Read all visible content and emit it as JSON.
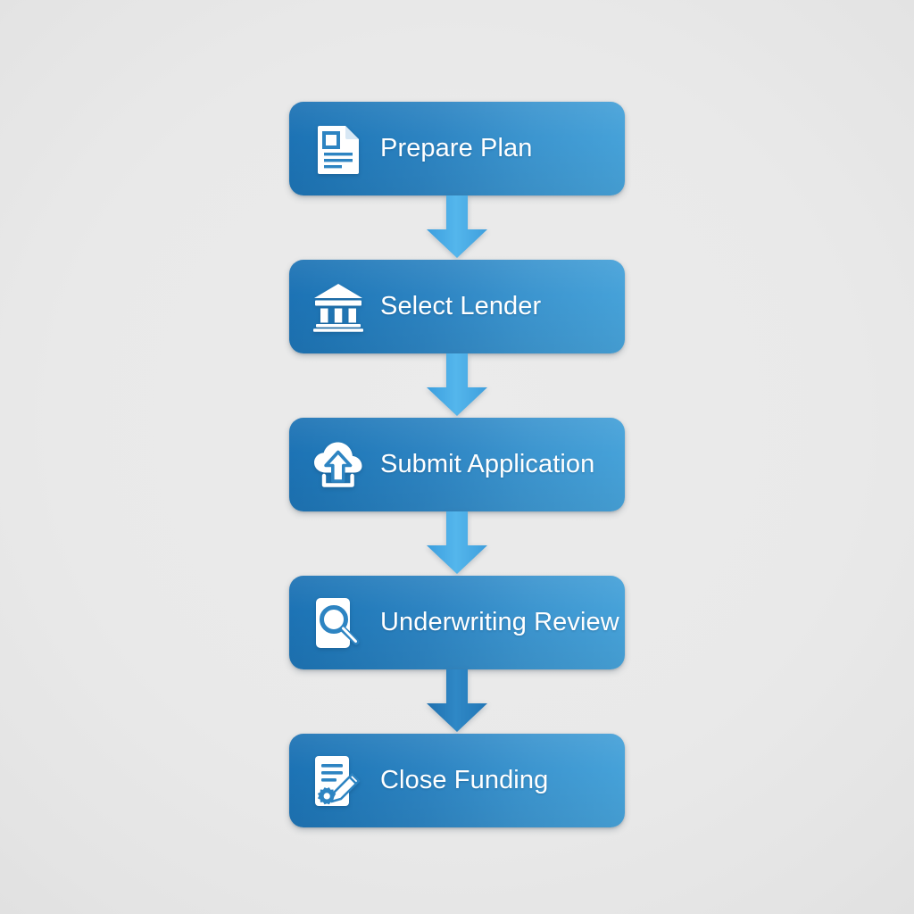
{
  "diagram": {
    "type": "vertical-flowchart",
    "title": "",
    "background_color": "#e8e8e8",
    "orientation": "top-to-bottom",
    "steps": [
      {
        "index": 1,
        "label": "Prepare Plan",
        "icon": "document-lines-icon",
        "box_color_start": "#1c72b4",
        "box_color_end": "#47a3da",
        "text_color": "#ffffff"
      },
      {
        "index": 2,
        "label": "Select Lender",
        "icon": "bank-building-icon",
        "box_color_start": "#1c72b4",
        "box_color_end": "#47a3da",
        "text_color": "#ffffff"
      },
      {
        "index": 3,
        "label": "Submit Application",
        "icon": "cloud-upload-icon",
        "box_color_start": "#1c72b4",
        "box_color_end": "#47a3da",
        "text_color": "#ffffff"
      },
      {
        "index": 4,
        "label": "Underwriting Review",
        "icon": "document-magnifier-icon",
        "box_color_start": "#1c72b4",
        "box_color_end": "#47a3da",
        "text_color": "#ffffff"
      },
      {
        "index": 5,
        "label": "Close Funding",
        "icon": "contract-signature-icon",
        "box_color_start": "#1c72b4",
        "box_color_end": "#47a3da",
        "text_color": "#ffffff"
      }
    ],
    "connectors": [
      {
        "index": 1,
        "from": "Prepare Plan",
        "to": "Select Lender",
        "icon": "arrow-down-icon",
        "color": "#4fb2e8"
      },
      {
        "index": 2,
        "from": "Select Lender",
        "to": "Submit Application",
        "icon": "arrow-down-icon",
        "color": "#4fb2e8"
      },
      {
        "index": 3,
        "from": "Submit Application",
        "to": "Underwriting Review",
        "icon": "arrow-down-icon",
        "color": "#4fb2e8"
      },
      {
        "index": 4,
        "from": "Underwriting Review",
        "to": "Close Funding",
        "icon": "arrow-down-icon",
        "color": "#2a7fbe"
      }
    ]
  }
}
